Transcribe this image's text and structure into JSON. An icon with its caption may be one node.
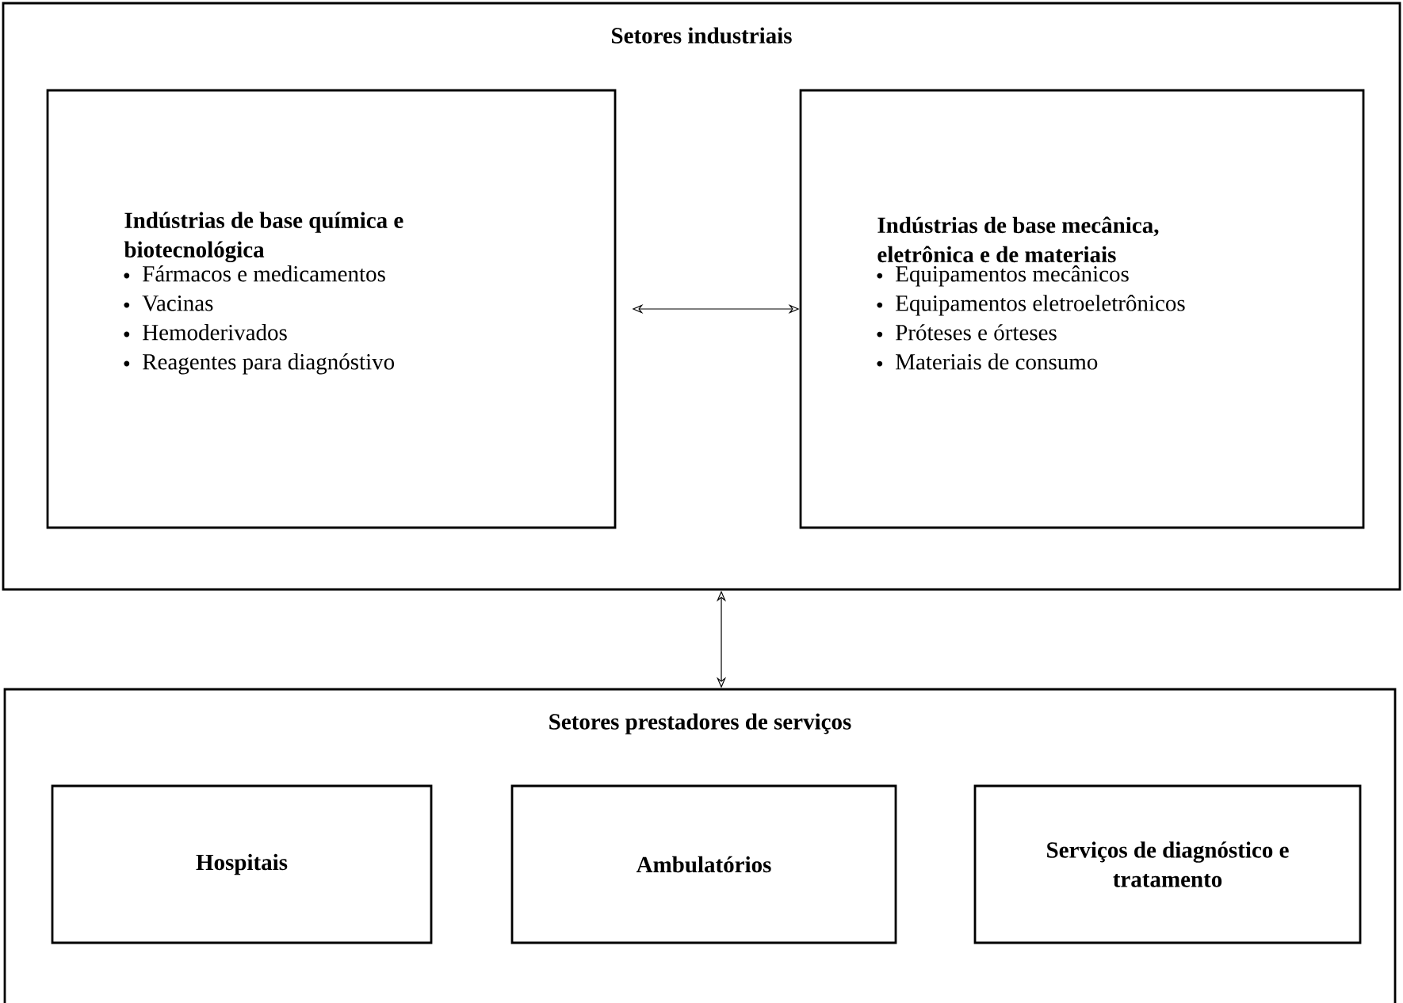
{
  "diagram": {
    "nodes": [
      {
        "text": [
          "Setores industriais"
        ]
      },
      {
        "text": [
          "Indústrias de base química e biotecnológica",
          "Fármacos e medicamentos",
          "Vacinas",
          "Hemoderivados",
          "Reagentes para diagnóstivo"
        ],
        "in": 0
      },
      {
        "text": [
          "Indústrias de base mecânica, eletrônica e de materiais",
          "Equipamentos mecânicos",
          "Equipamentos eletroeletrônicos",
          "Próteses e órteses",
          "Materiais de consumo"
        ],
        "in": 0
      },
      {
        "text": [
          "Setores prestadores de serviços"
        ]
      },
      {
        "text": [
          "Hospitais"
        ],
        "in": 3
      },
      {
        "text": [
          "Ambulatórios"
        ],
        "in": 3
      },
      {
        "text": [
          "Serviços de diagnóstico e tratamento"
        ],
        "in": 3
      }
    ],
    "edges": [
      {
        "from": 1,
        "to": 2,
        "arrow": "both"
      },
      {
        "from": 0,
        "to": 3,
        "arrow": "both"
      }
    ]
  }
}
